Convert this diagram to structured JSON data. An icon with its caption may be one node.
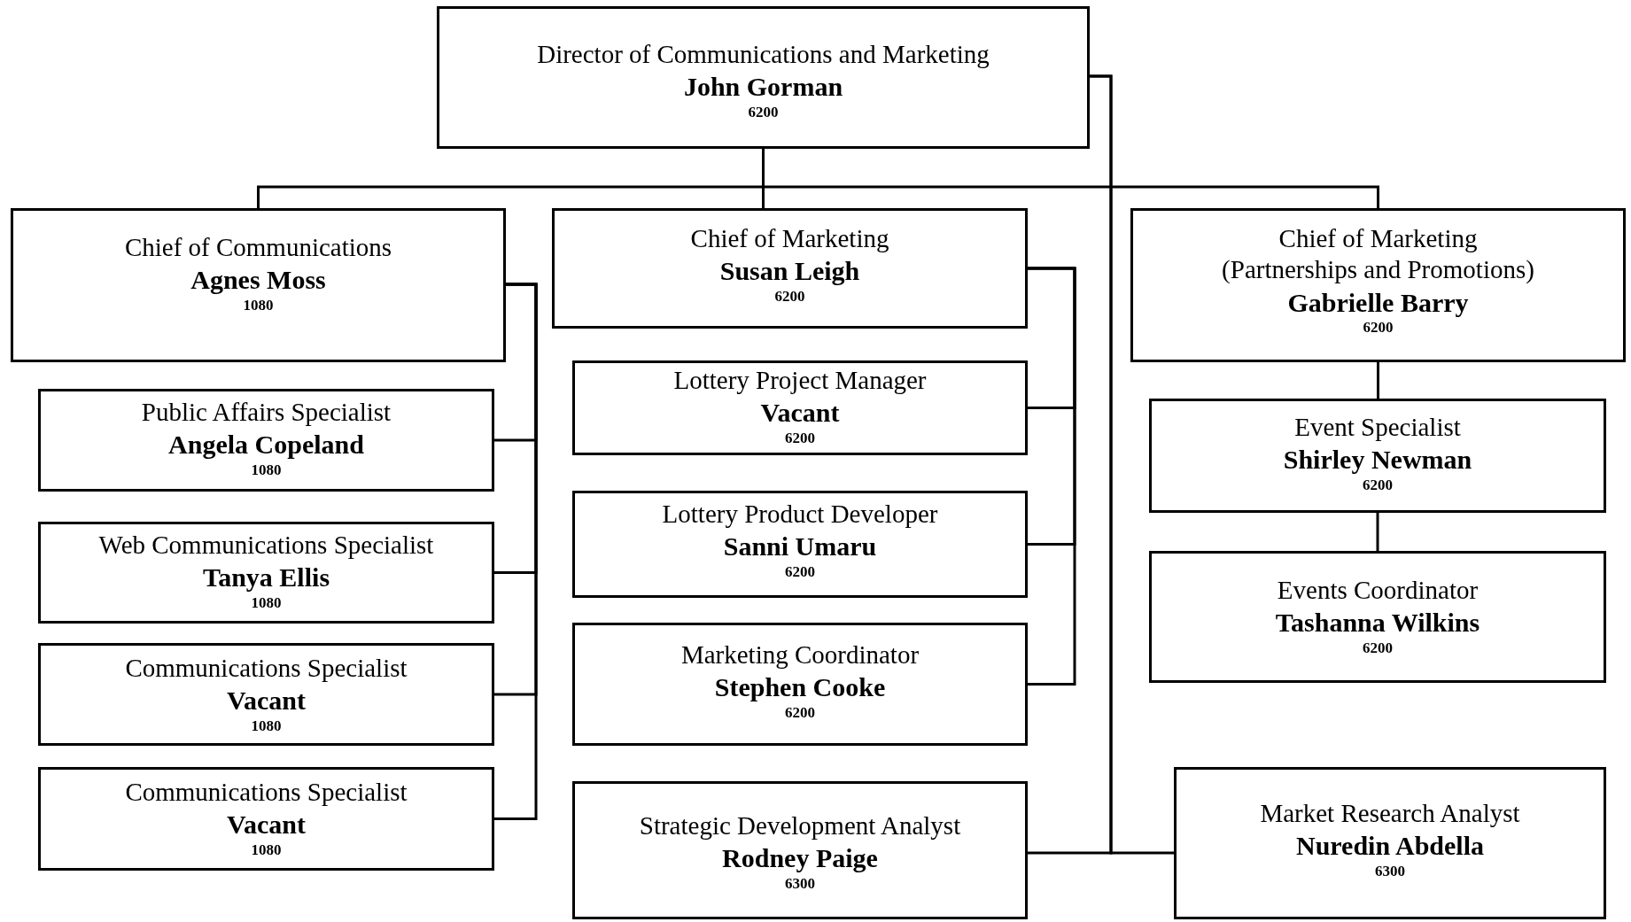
{
  "diagram": {
    "nodes": [
      {
        "text": [
          "Director of Communications and Marketing",
          "John Gorman",
          "6200"
        ]
      },
      {
        "text": [
          "Chief of Communications",
          "Agnes Moss",
          "1080"
        ]
      },
      {
        "text": [
          "Chief of Marketing",
          "Susan Leigh",
          "6200"
        ]
      },
      {
        "text": [
          "Chief of Marketing (Partnerships and Promotions)",
          "Gabrielle Barry",
          "6200"
        ]
      },
      {
        "text": [
          "Public Affairs Specialist",
          "Angela Copeland",
          "1080"
        ]
      },
      {
        "text": [
          "Web Communications Specialist",
          "Tanya Ellis",
          "1080"
        ]
      },
      {
        "text": [
          "Communications Specialist",
          "Vacant",
          "1080"
        ]
      },
      {
        "text": [
          "Communications Specialist",
          "Vacant",
          "1080"
        ]
      },
      {
        "text": [
          "Lottery Project Manager",
          "Vacant",
          "6200"
        ]
      },
      {
        "text": [
          "Lottery Product Developer",
          "Sanni Umaru",
          "6200"
        ]
      },
      {
        "text": [
          "Marketing Coordinator",
          "Stephen Cooke",
          "6200"
        ]
      },
      {
        "text": [
          "Strategic Development Analyst",
          "Rodney Paige",
          "6300"
        ]
      },
      {
        "text": [
          "Event Specialist",
          "Shirley Newman",
          "6200"
        ]
      },
      {
        "text": [
          "Events Coordinator",
          "Tashanna Wilkins",
          "6200"
        ]
      },
      {
        "text": [
          "Market Research Analyst",
          "Nuredin Abdella",
          "6300"
        ]
      }
    ],
    "edges": [
      {
        "from": 0,
        "to": 1,
        "arrow": "none"
      },
      {
        "from": 0,
        "to": 2,
        "arrow": "none"
      },
      {
        "from": 0,
        "to": 3,
        "arrow": "none"
      },
      {
        "from": 1,
        "to": 4,
        "arrow": "none"
      },
      {
        "from": 1,
        "to": 5,
        "arrow": "none"
      },
      {
        "from": 1,
        "to": 6,
        "arrow": "none"
      },
      {
        "from": 1,
        "to": 7,
        "arrow": "none"
      },
      {
        "from": 2,
        "to": 8,
        "arrow": "none"
      },
      {
        "from": 2,
        "to": 9,
        "arrow": "none"
      },
      {
        "from": 2,
        "to": 10,
        "arrow": "none"
      },
      {
        "from": 3,
        "to": 12,
        "arrow": "none"
      },
      {
        "from": 12,
        "to": 13,
        "arrow": "none"
      },
      {
        "from": 0,
        "to": 11,
        "arrow": "none"
      },
      {
        "from": 0,
        "to": 14,
        "arrow": "none"
      }
    ]
  }
}
